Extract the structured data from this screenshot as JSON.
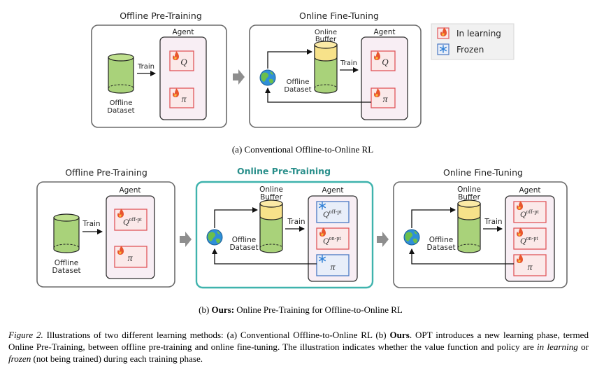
{
  "legend": {
    "in_learning": "In learning",
    "frozen": "Frozen"
  },
  "labels": {
    "agent": "Agent",
    "train": "Train",
    "online_buffer_1": "Online",
    "online_buffer_2": "Buffer",
    "offline_dataset_1": "Offline",
    "offline_dataset_2": "Dataset",
    "q": "Q",
    "pi": "π",
    "q_off_pt_sup": "off-pt",
    "q_on_pt_sup": "on-pt"
  },
  "panel_a": {
    "pretrain_title": "Offline Pre-Training",
    "finetune_title": "Online Fine-Tuning",
    "caption": "(a) Conventional Offline-to-Online RL"
  },
  "panel_b": {
    "pretrain_title": "Offline Pre-Training",
    "online_pretrain_title": "Online Pre-Training",
    "finetune_title": "Online Fine-Tuning",
    "caption_bold": "Ours:",
    "caption_prefix": "(b)",
    "caption_rest": "Online Pre-Training for Offline-to-Online RL"
  },
  "figure_caption": {
    "label": "Figure 2.",
    "t1": " Illustrations of two different learning methods: (a) Conventional Offline-to-Online RL (b) ",
    "ours": "Ours",
    "t2": ". OPT introduces a new learning phase, termed Online Pre-Training, between offline pre-training and online fine-tuning. The illustration indicates whether the value function and policy are ",
    "in_learning": "in learning",
    "t3": " or ",
    "frozen": "frozen",
    "t4": " (not being trained) during each training phase."
  },
  "colors": {
    "in_learning_fill": "#fbe9e9",
    "in_learning_stroke": "#e0565a",
    "frozen_fill": "#e8eef9",
    "frozen_stroke": "#4a78c2",
    "highlight": "#3fb3ad",
    "cylinder_green": "#a9d27a",
    "cylinder_yellow": "#f7e28a"
  }
}
